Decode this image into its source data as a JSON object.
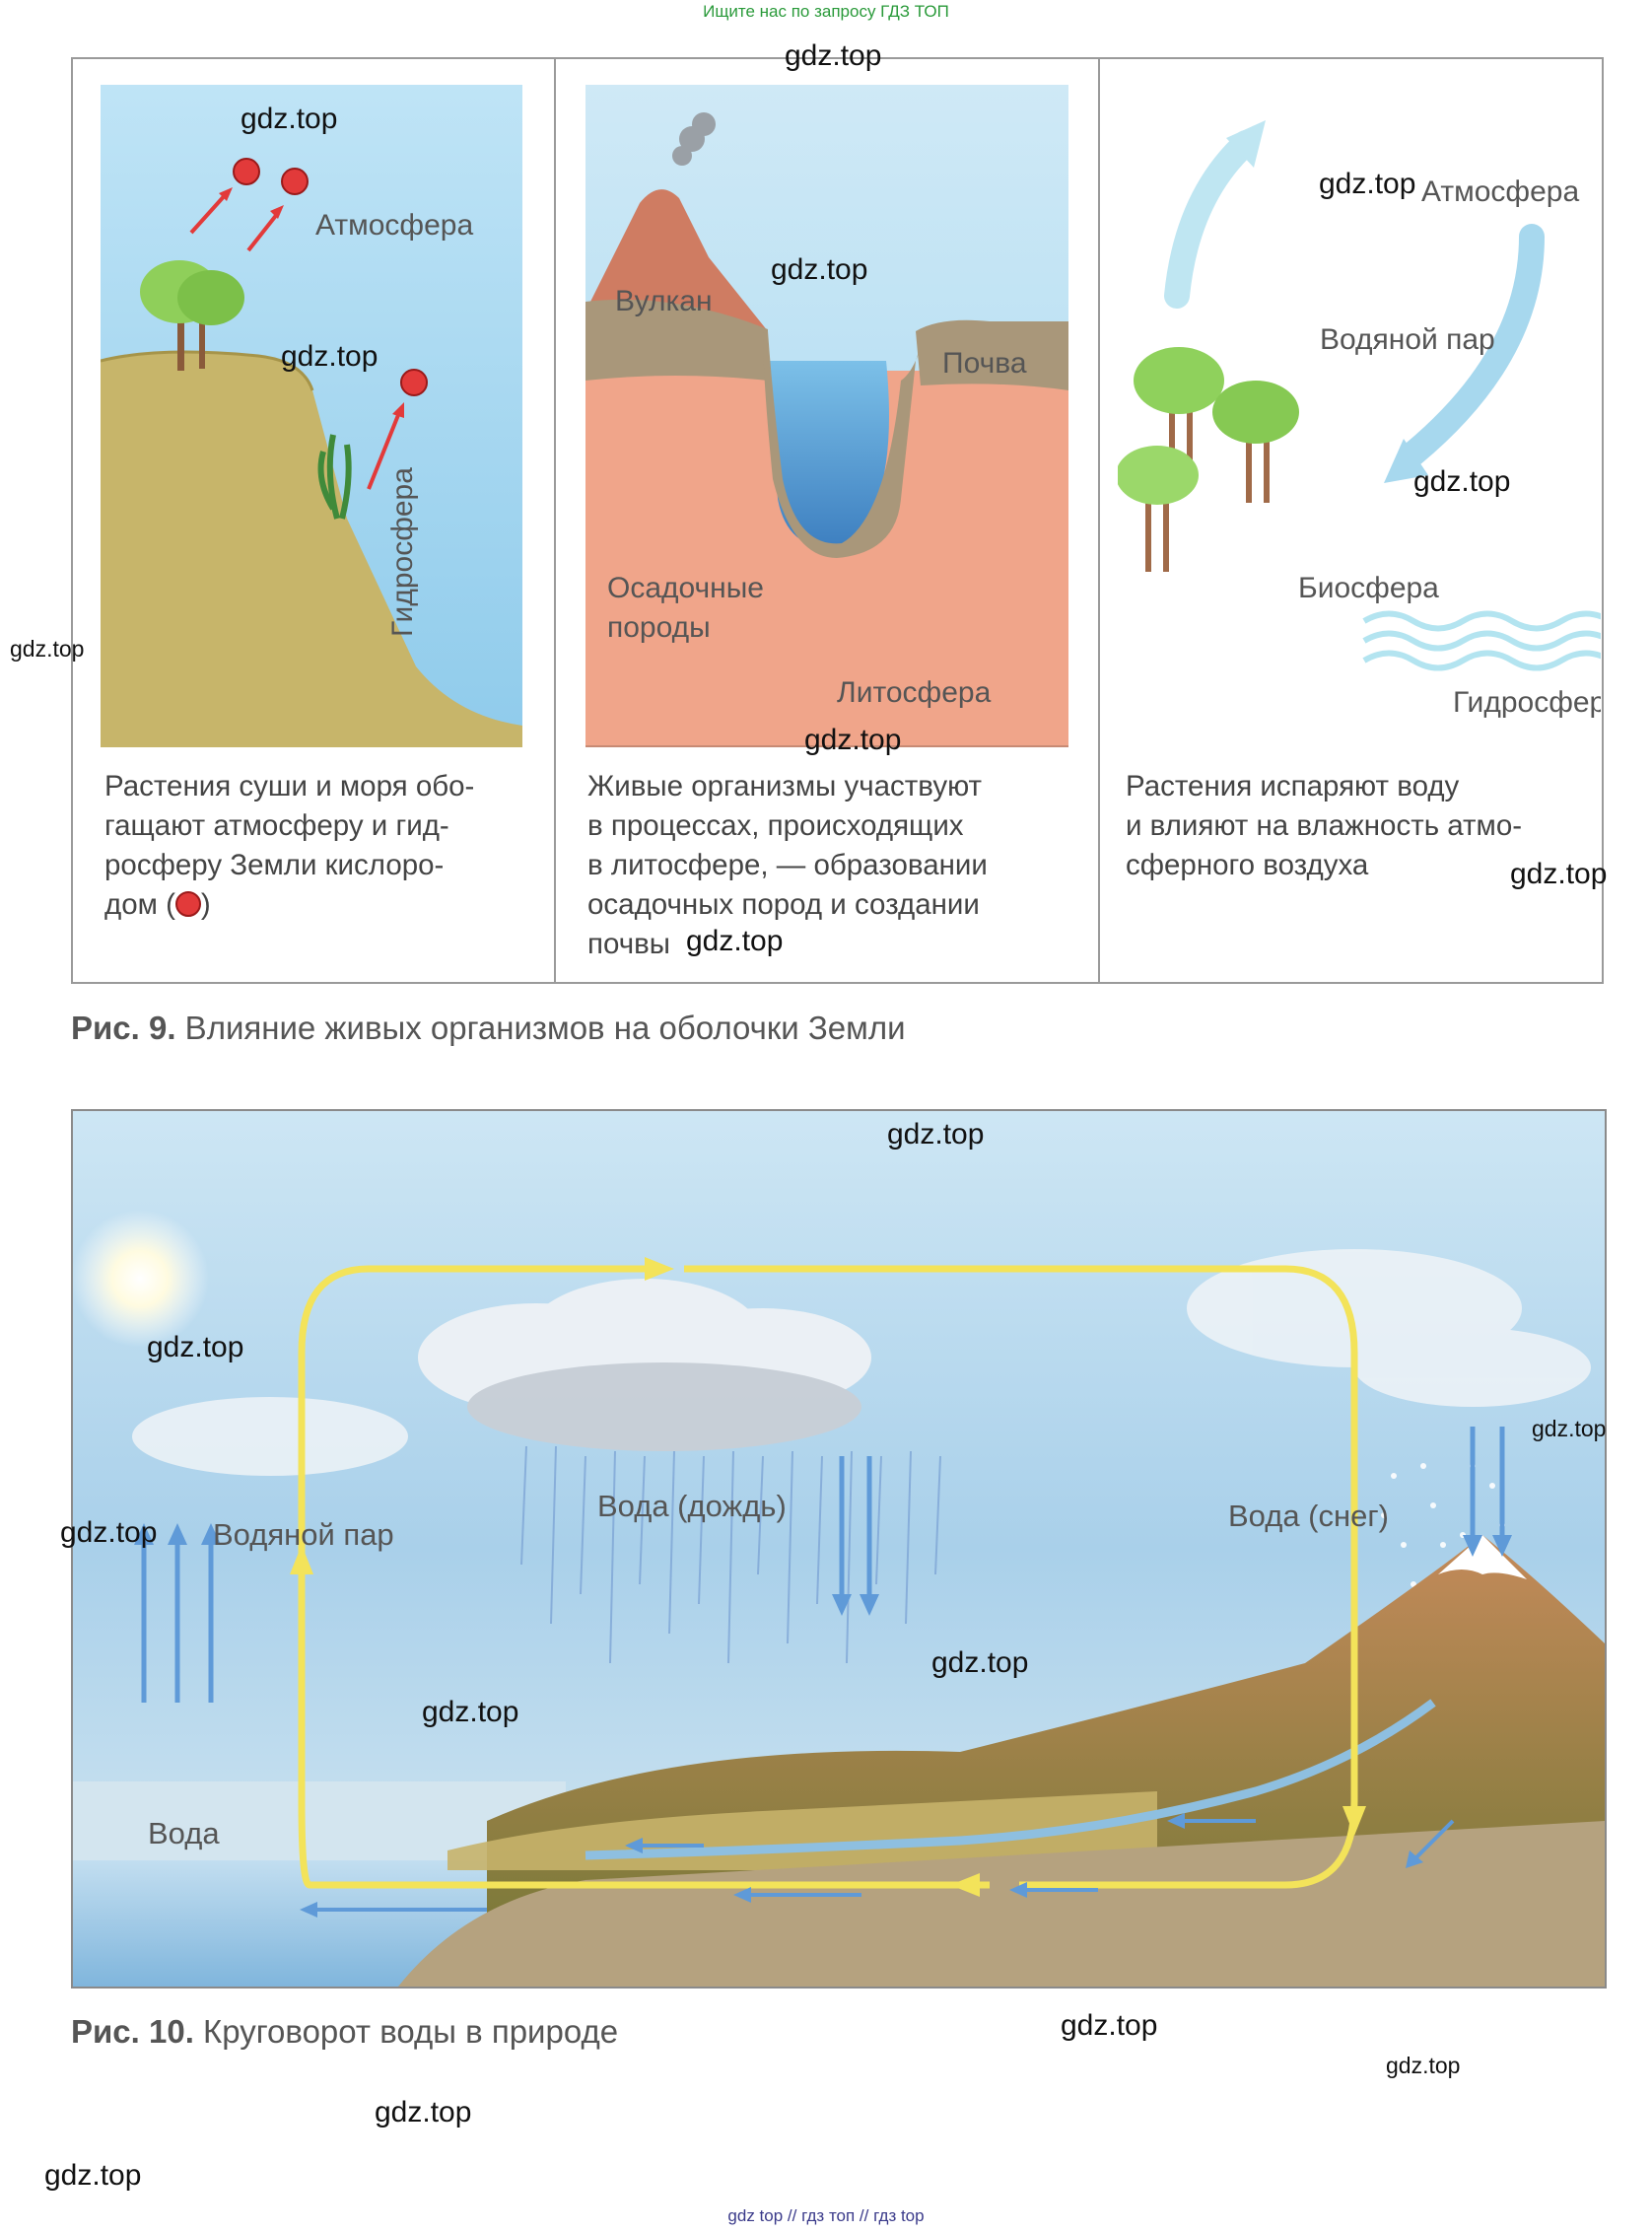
{
  "header": {
    "top_text": "Ищите нас по запросу ГДЗ ТОП"
  },
  "footer": {
    "bottom_text": "gdz top  //  гдз топ  //  гдз top"
  },
  "watermark": "gdz.top",
  "figure9": {
    "panel1": {
      "atmosphere": "Атмосфера",
      "hydrosphere": "Гидросфера",
      "caption": [
        "Растения суши и моря обо-",
        "гащают  атмосферу  и  гид-",
        "росферу  Земли  кислоро-",
        "дом ("
      ],
      "caption_end": ")"
    },
    "panel2": {
      "volcano": "Вулкан",
      "soil": "Почва",
      "sedimentary_1": "Осадочные",
      "sedimentary_2": "породы",
      "lithosphere": "Литосфера",
      "caption": [
        "Живые  организмы  участвуют",
        "в  процессах,  происходящих",
        "в литосфере, — образовании",
        "осадочных  пород  и  создании",
        "почвы"
      ]
    },
    "panel3": {
      "atmosphere": "Атмосфера",
      "vapor": "Водяной пар",
      "biosphere": "Биосфера",
      "hydrosphere": "Гидросфера",
      "caption": [
        "Растения испаряют воду",
        "и влияют на влажность атмо-",
        "сферного воздуха"
      ]
    },
    "title_num": "Рис. 9.",
    "title_text": " Влияние живых организмов на оболочки Земли"
  },
  "figure10": {
    "rain": "Вода (дождь)",
    "snow": "Вода (снег)",
    "vapor": "Водяной пар",
    "water": "Вода",
    "title_num": "Рис. 10.",
    "title_text": " Круговорот воды в природе"
  },
  "colors": {
    "oxygen": "#e23a3a",
    "sea": "#9fd3ee",
    "land": "#c8b86a",
    "litho": "#f0a58a",
    "arrow_cycle": "#f3e35a",
    "arrow_water": "#5f9ad8"
  }
}
